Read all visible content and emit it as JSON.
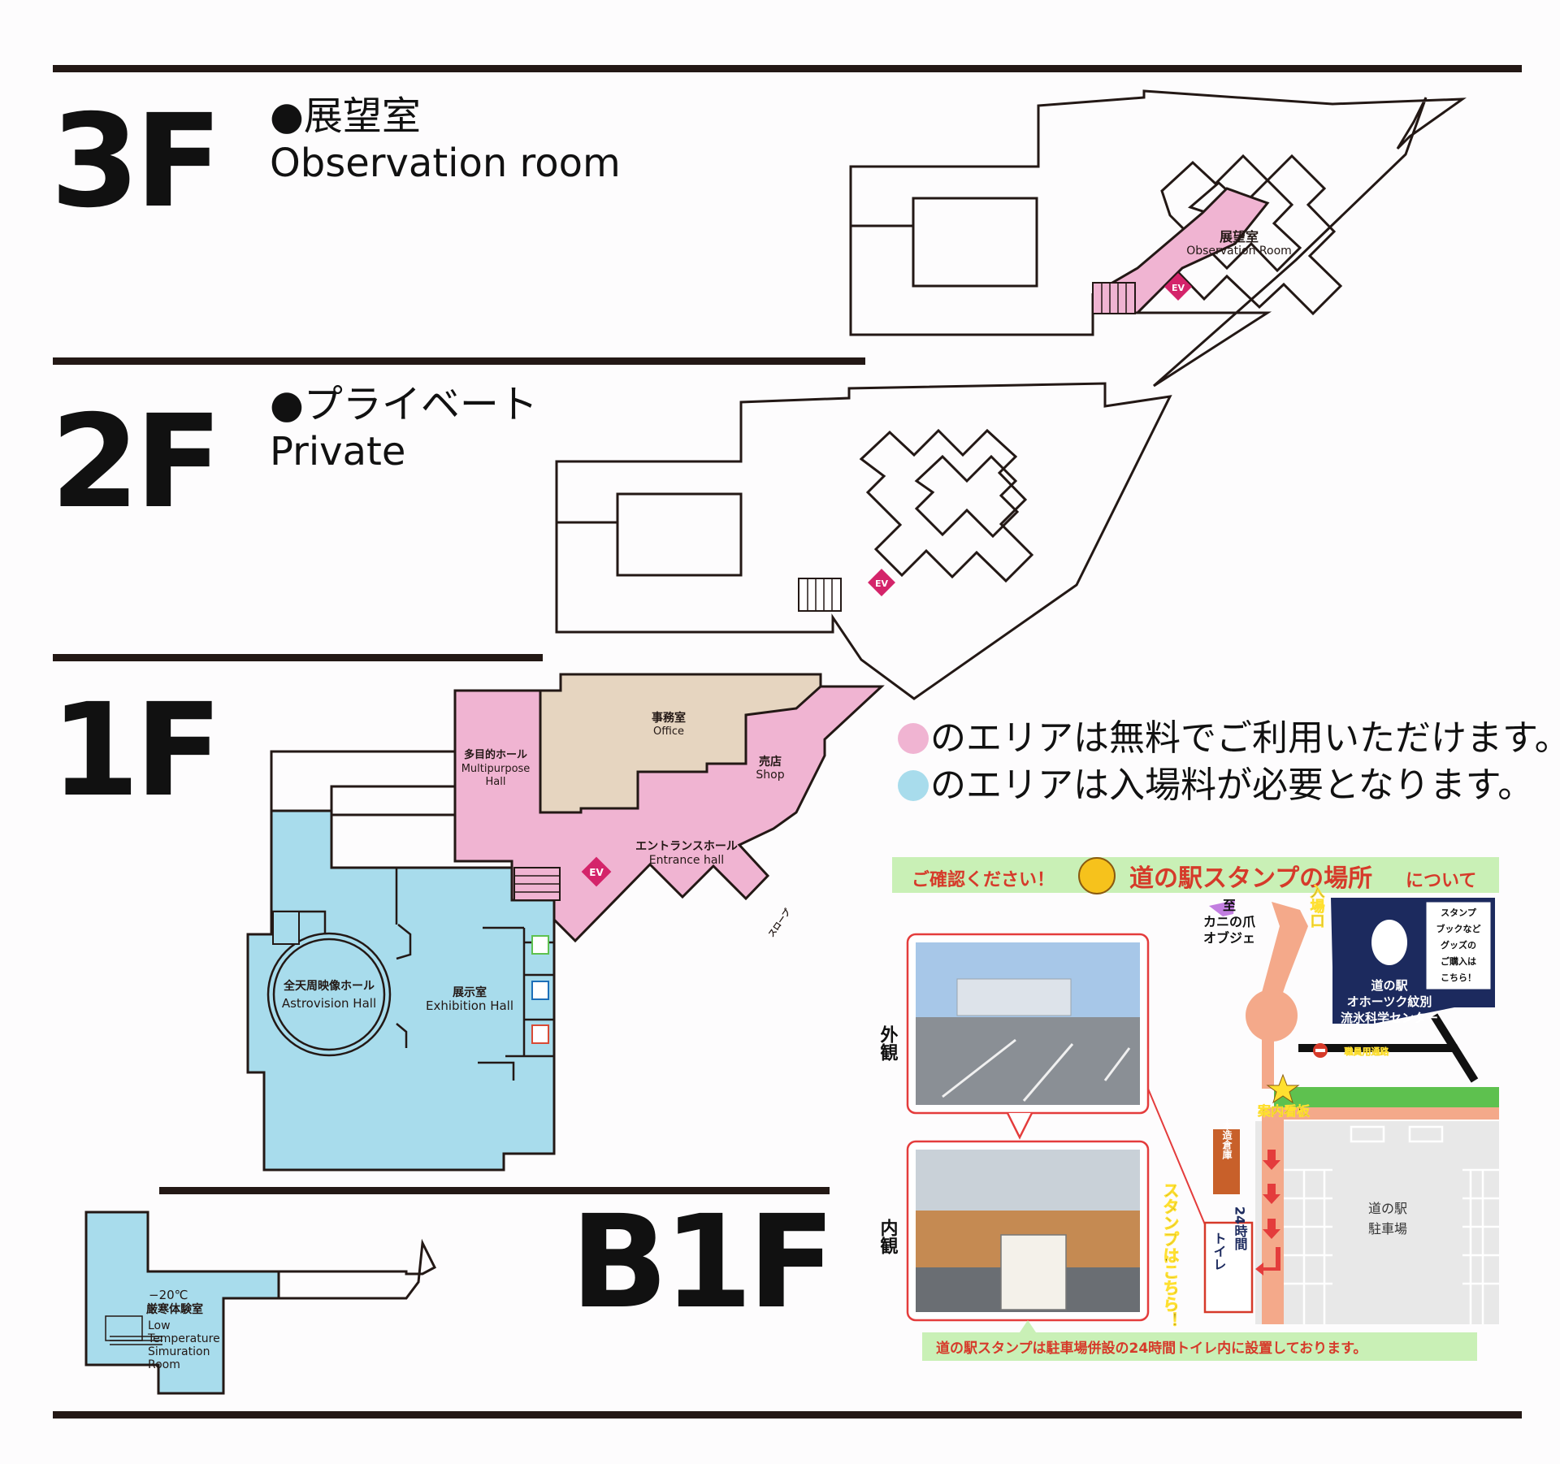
{
  "floors": {
    "f3": {
      "label": "3F",
      "title_jp": "●展望室",
      "title_en": "Observation room"
    },
    "f2": {
      "label": "2F",
      "title_jp": "●プライベート",
      "title_en": "Private"
    },
    "f1": {
      "label": "1F"
    },
    "b1": {
      "label": "B1F"
    }
  },
  "rooms": {
    "obs_jp": "展望室",
    "obs_en": "Observation Room",
    "office_jp": "事務室",
    "office_en": "Office",
    "multi_jp": "多目的ホール",
    "multi_en1": "Multipurpose",
    "multi_en2": "Hall",
    "shop_jp": "売店",
    "shop_en": "Shop",
    "entrance_jp": "エントランスホール",
    "entrance_en": "Entrance hall",
    "astro_jp": "全天周映像ホール",
    "astro_en": "Astrovision Hall",
    "exhibit_jp": "展示室",
    "exhibit_en": "Exhibition Hall",
    "slope": "スロープ",
    "ev": "EV",
    "lowtemp_deg": "−20℃",
    "lowtemp_jp": "厳寒体験室",
    "lowtemp_en1": "Low",
    "lowtemp_en2": "Temperature",
    "lowtemp_en3": "Simuration",
    "lowtemp_en4": "Room"
  },
  "legend": {
    "pink_text": "のエリアは無料でご利用いただけます。",
    "blue_text": "のエリアは入場料が必要となります。",
    "pink_color": "#f0b4d2",
    "blue_color": "#a8dcec"
  },
  "stamp": {
    "header_pre": "ご確認ください！",
    "header_main": "道の駅スタンプの場所",
    "header_post": "について",
    "exterior": "外観",
    "interior": "内観",
    "stamp_here": "スタンプはこちら！",
    "footer": "道の駅スタンプは駐車場併設の24時間トイレ内に設置しております。",
    "to_kani_1": "至",
    "to_kani_2": "カニの爪",
    "to_kani_3": "オブジェ",
    "entrance": "入場口",
    "center_1": "道の駅",
    "center_2": "オホーツク紋別",
    "center_3": "流氷科学センター",
    "goods_1": "スタンプ",
    "goods_2": "ブックなど",
    "goods_3": "グッズの",
    "goods_4": "ご購入は",
    "goods_5": "こちら！",
    "staff_road": "職員用通路",
    "info_sign": "案内看板",
    "warehouse": "木造倉庫",
    "parking_1": "道の駅",
    "parking_2": "駐車場",
    "toilet_1": "24時間",
    "toilet_2": "トイレ"
  },
  "colors": {
    "pink": "#f0b4d2",
    "blue": "#a8dcec",
    "tan": "#e6d5c0",
    "ev": "#d4246a",
    "green": "#5ec14f",
    "salmon": "#f4a98a",
    "navy": "#1c2a5e"
  }
}
